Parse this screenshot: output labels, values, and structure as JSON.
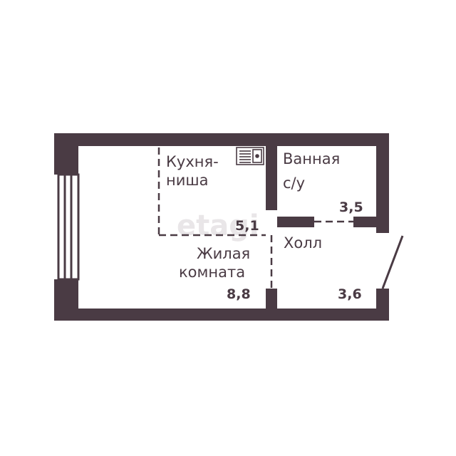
{
  "colors": {
    "wall": "#4a3b44",
    "background": "#ffffff",
    "watermark": "#e9e6e8"
  },
  "watermark": "etagi",
  "rooms": {
    "kitchen": {
      "label_line1": "Кухня-",
      "label_line2": "ниша",
      "area": "5,1"
    },
    "bathroom": {
      "label_line1": "Ванная",
      "label_line2": "с/у",
      "area": "3,5"
    },
    "hall": {
      "label": "Холл",
      "area": "3,6"
    },
    "living": {
      "label_line1": "Жилая",
      "label_line2": "комната",
      "area": "8,8"
    }
  },
  "icons": {
    "sink": "sink-icon"
  }
}
